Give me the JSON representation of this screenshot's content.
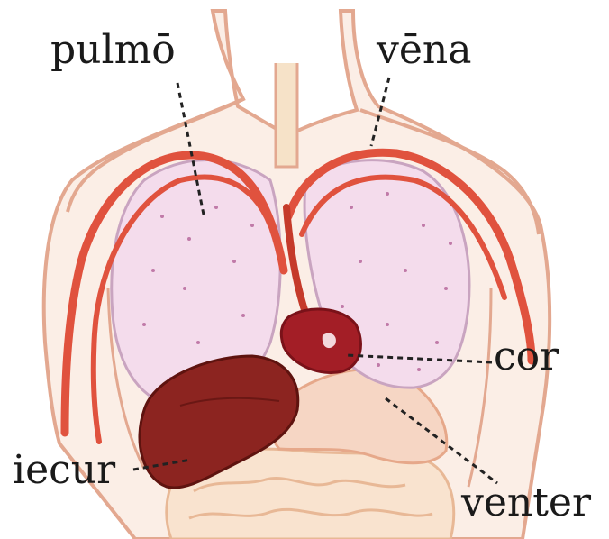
{
  "labels": {
    "pulmo": "pulmō",
    "vena": "vēna",
    "cor": "cor",
    "iecur": "iecur",
    "venter": "venter"
  },
  "colors": {
    "body_fill": "#fbeee6",
    "body_outline": "#e3a890",
    "vessel": "#e0523e",
    "vessel_dark": "#c53a2a",
    "lung_fill": "#f4dcec",
    "lung_outline": "#c9a4c0",
    "lung_dots": "#c07aa8",
    "heart": "#a31e26",
    "liver": "#8c2420",
    "stomach": "#f6d6c4",
    "intestine": "#f9e3cf",
    "leader_line": "#222222"
  }
}
